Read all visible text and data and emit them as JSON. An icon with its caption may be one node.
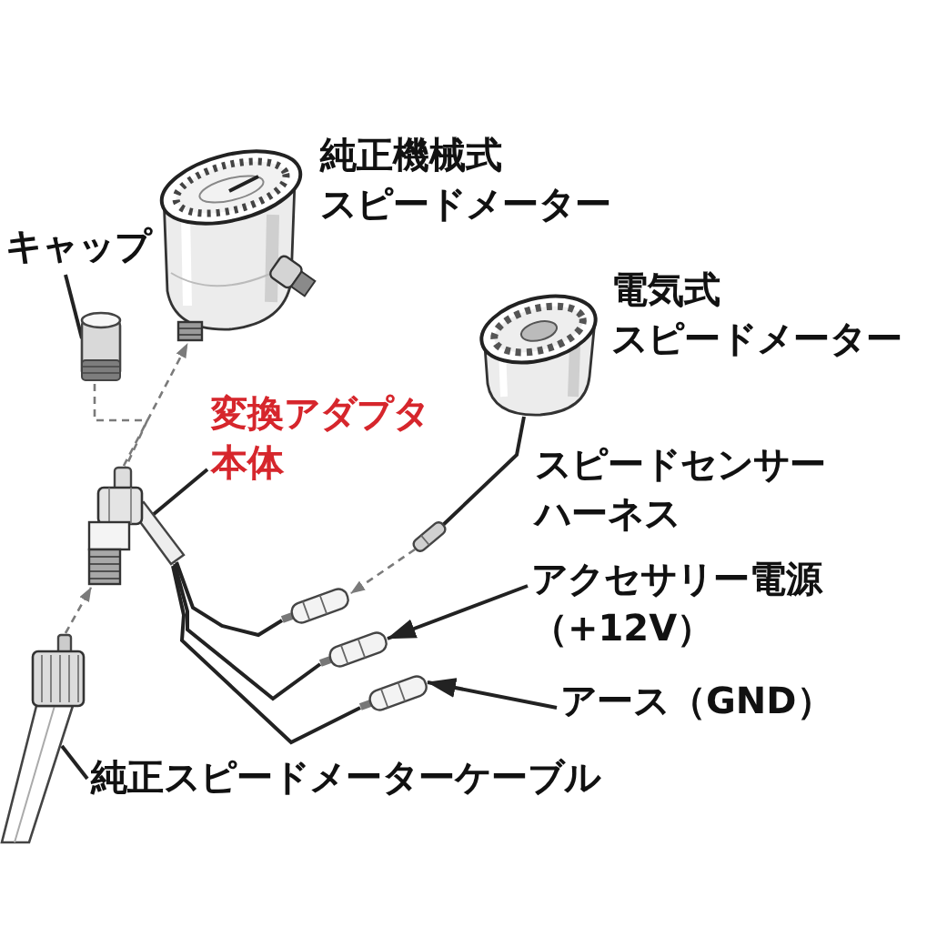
{
  "diagram": {
    "nodes": [
      {
        "text": [],
        "shape": "picture",
        "beside": [
          "純正機械式スピードメーター"
        ]
      },
      {
        "text": [
          "キャップ"
        ]
      },
      {
        "text": [],
        "shape": "picture"
      },
      {
        "text": [],
        "shape": "picture",
        "beside": [
          "電気式スピードメーター"
        ]
      },
      {
        "text": [
          "変換アダプタ本体"
        ]
      },
      {
        "text": [],
        "shape": "picture"
      },
      {
        "text": [],
        "shape": "picture"
      },
      {
        "text": [],
        "shape": "picture"
      },
      {
        "text": [
          "アクセサリー電源（+12V）"
        ]
      },
      {
        "text": [],
        "shape": "picture"
      },
      {
        "text": [
          "アース（GND）"
        ]
      },
      {
        "text": [],
        "shape": "picture"
      },
      {
        "text": [],
        "shape": "picture"
      },
      {
        "text": [
          "純正スピードメーターケーブル"
        ]
      }
    ],
    "edges": [
      {
        "from": 1,
        "to": 2,
        "arrow": "none"
      },
      {
        "from": 2,
        "to": 5,
        "arrow": "none",
        "style": "dashed",
        "color": "#7a7a7a"
      },
      {
        "from": 5,
        "to": 0,
        "arrow": "to",
        "style": "dashed",
        "color": "#7a7a7a"
      },
      {
        "from": 4,
        "to": 5,
        "arrow": "none"
      },
      {
        "from": 3,
        "to": 6,
        "arrow": "none"
      },
      {
        "from": 6,
        "to": 7,
        "arrow": "to",
        "style": "dashed",
        "color": "#7a7a7a"
      },
      {
        "from": 5,
        "to": 7,
        "arrow": "none"
      },
      {
        "from": 5,
        "to": 9,
        "arrow": "none"
      },
      {
        "from": 5,
        "to": 11,
        "arrow": "none"
      },
      {
        "from": 8,
        "to": 9,
        "arrow": "to"
      },
      {
        "from": 10,
        "to": 11,
        "arrow": "to"
      },
      {
        "from": 12,
        "to": 5,
        "arrow": "to",
        "style": "dashed",
        "color": "#7a7a7a"
      },
      {
        "from": 13,
        "to": 12,
        "arrow": "none"
      }
    ],
    "labels": [
      "スピードセンサーハーネス"
    ]
  }
}
